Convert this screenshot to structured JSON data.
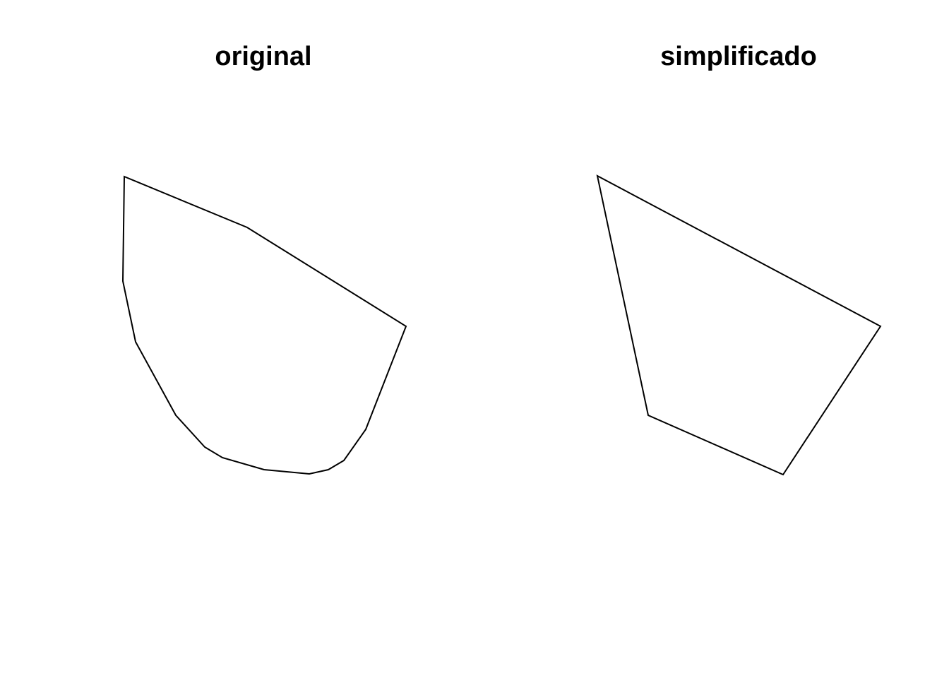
{
  "panels": [
    {
      "title": "original",
      "shape": "polygon"
    },
    {
      "title": "simplificado",
      "shape": "polygon"
    }
  ],
  "colors": {
    "background": "#ffffff",
    "stroke": "#000000",
    "text": "#000000"
  }
}
